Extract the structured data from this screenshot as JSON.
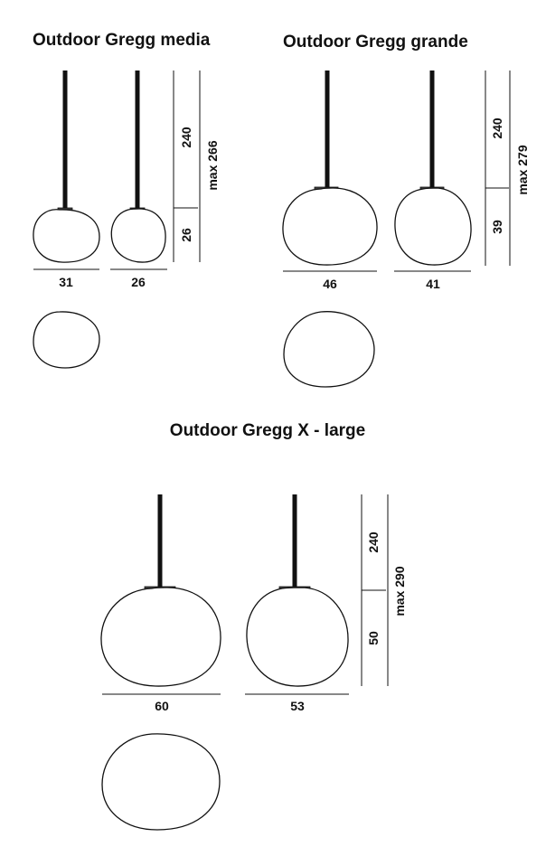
{
  "groups": {
    "media": {
      "title": "Outdoor Gregg media",
      "width_a": "31",
      "width_b": "26",
      "cable_height": "240",
      "lamp_height": "26",
      "max_height": "max 266"
    },
    "grande": {
      "title": "Outdoor Gregg grande",
      "width_a": "46",
      "width_b": "41",
      "cable_height": "240",
      "lamp_height": "39",
      "max_height": "max 279"
    },
    "xlarge": {
      "title": "Outdoor Gregg X - large",
      "width_a": "60",
      "width_b": "53",
      "cable_height": "240",
      "lamp_height": "50",
      "max_height": "max 290"
    }
  }
}
